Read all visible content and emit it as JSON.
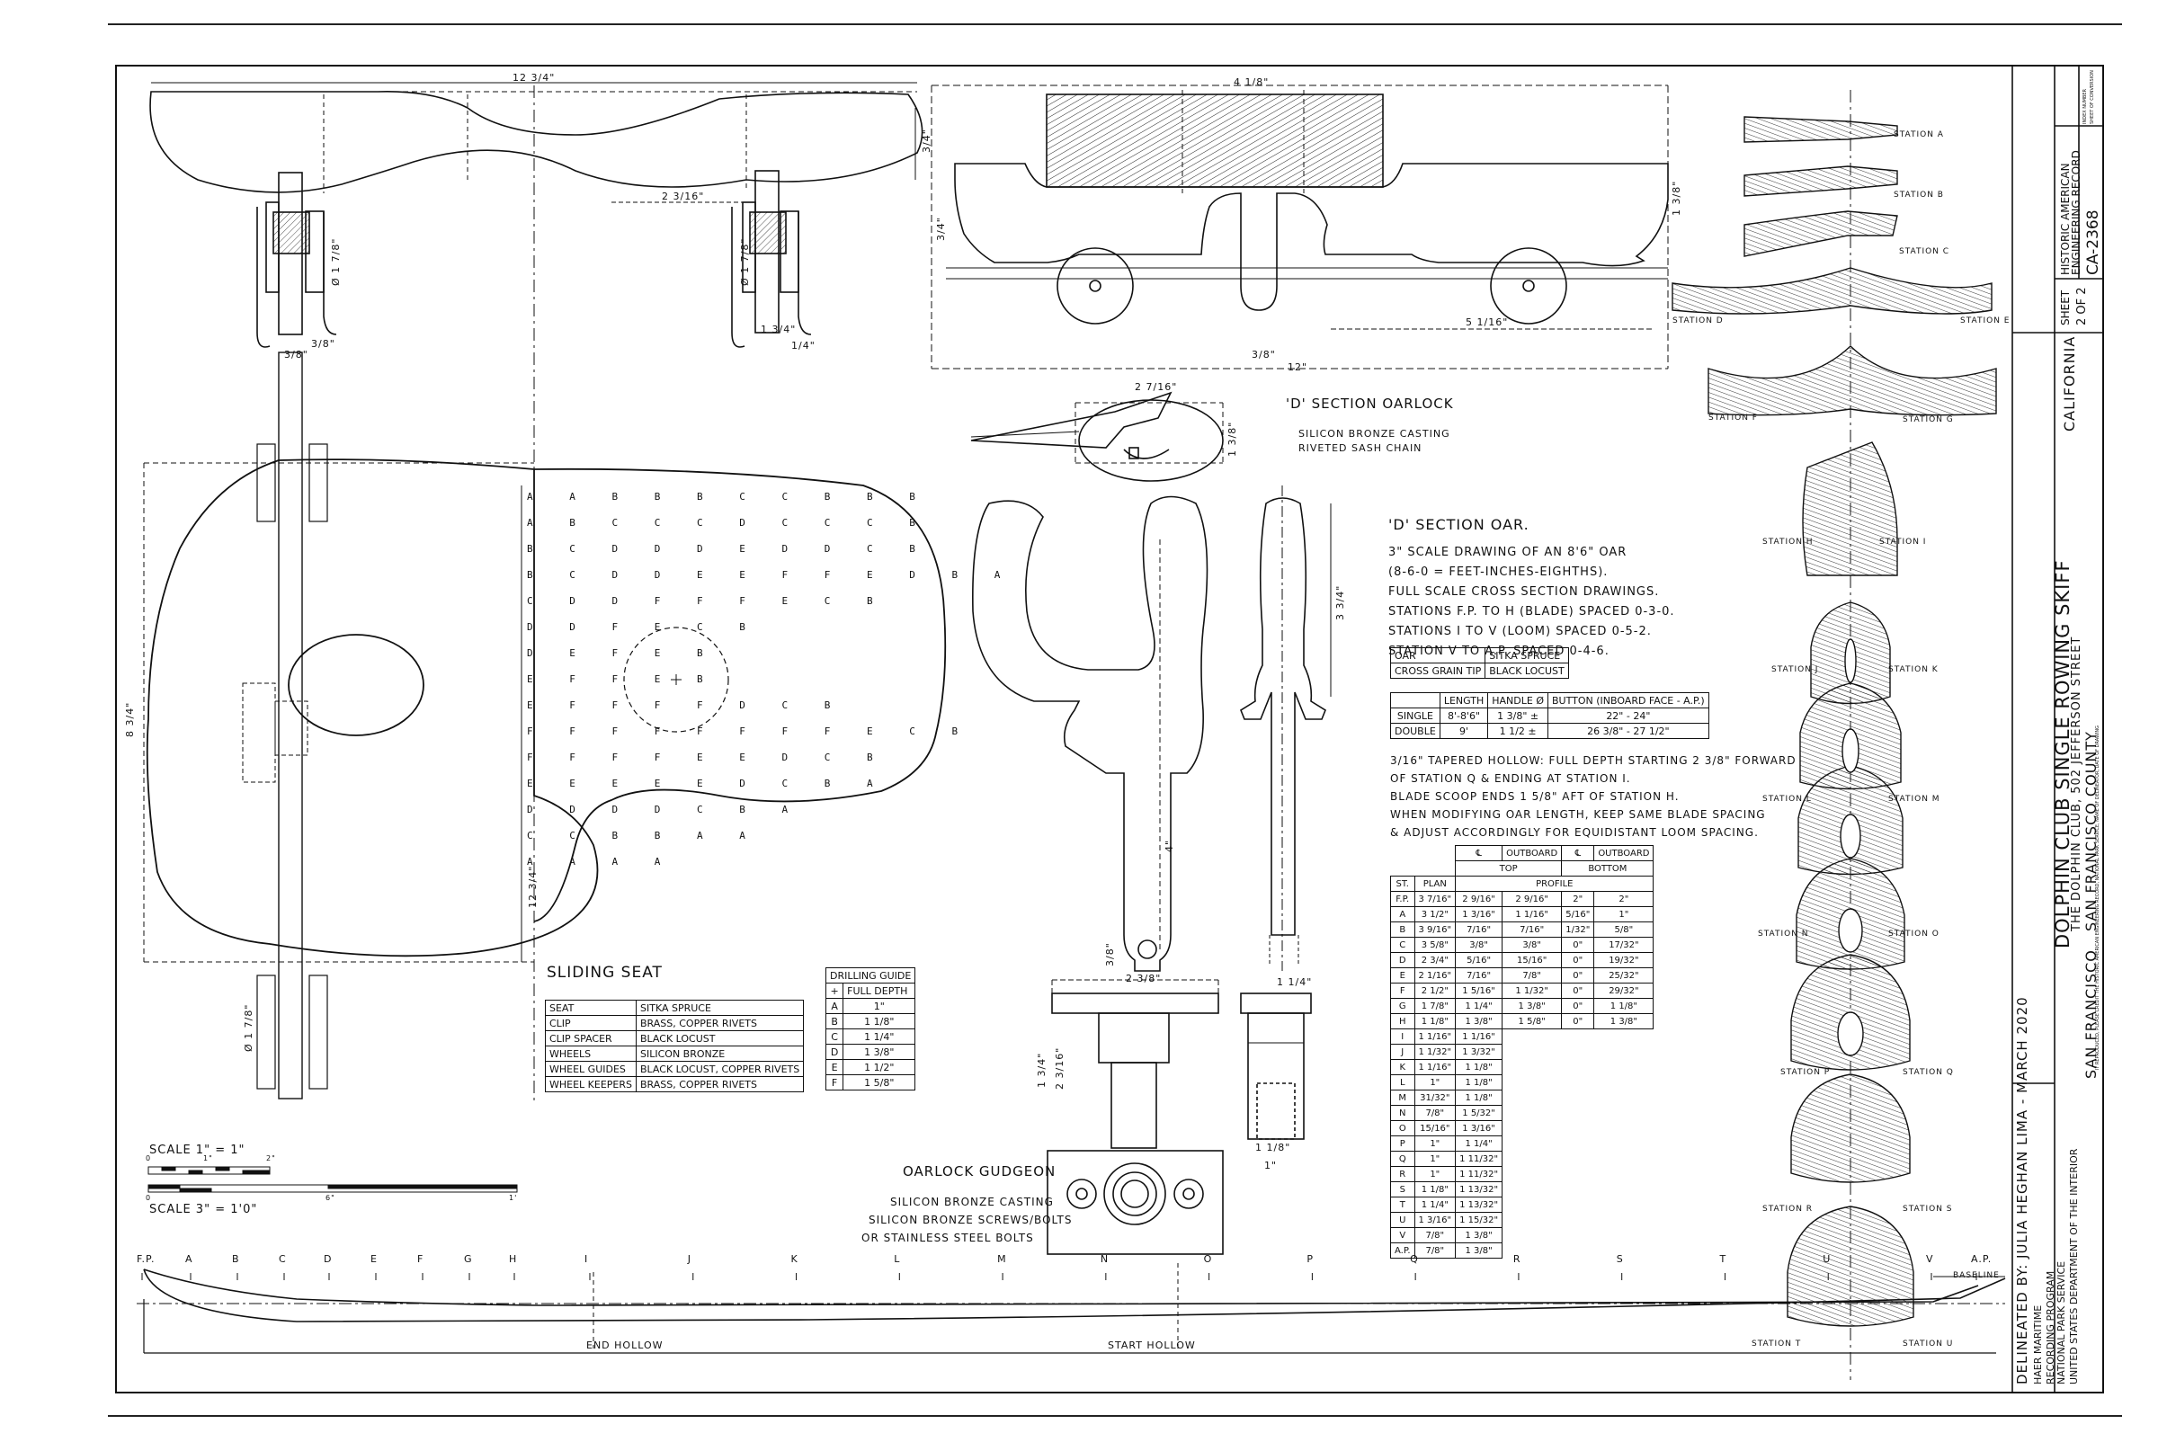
{
  "title_block": {
    "sheet_label": "SHEET",
    "sheet_number": "2 OF 2",
    "state": "CALIFORNIA",
    "agency_top": "HISTORIC AMERICAN",
    "agency_bottom": "ENGINEERING RECORD",
    "record_number": "CA-2368",
    "index_line_1": "INDEX NUMBER",
    "index_line_2": "SHEET OF CONVERSION",
    "project_title": "DOLPHIN CLUB SINGLE ROWING SKIFF",
    "address": "THE DOLPHIN CLUB, 502 JEFFERSON STREET",
    "county": "SAN FRANCISCO COUNTY",
    "city": "SAN FRANCISCO",
    "repro_note": "IF REPRODUCED, PLEASE CREDIT THE HISTORIC AMERICAN ENGINEERING RECORD, NATIONAL PARK SERVICE, NAME OF DELINEATOR, DATE OF DRAWING",
    "program_1": "HAER MARITIME",
    "program_2": "RECORDING PROGRAM",
    "program_3": "NATIONAL PARK SERVICE",
    "program_4": "UNITED STATES DEPARTMENT OF THE INTERIOR",
    "delineated_by": "DELINEATED BY: JULIA HEGHAN LIMA - MARCH 2020"
  },
  "seat": {
    "dim_top": "12 3/4\"",
    "dim_side": "3/4\"",
    "dim_middle": "2 3/16\"",
    "dim_wheel": "Ø 1 7/8\"",
    "dim_small_1": "3/8\"",
    "dim_small_2": "1/4\"",
    "dim_small_3": "1 3/4\"",
    "dim_width": "8 3/4\"",
    "dim_length": "12 3/4\"",
    "dim_bottom": "Ø 1 7/8\"",
    "title": "SLIDING SEAT",
    "materials_header": [
      "SEAT",
      "SITKA SPRUCE"
    ],
    "materials": [
      [
        "CLIP",
        "BRASS, COPPER RIVETS"
      ],
      [
        "CLIP SPACER",
        "BLACK LOCUST"
      ],
      [
        "WHEELS",
        "SILICON BRONZE"
      ],
      [
        "WHEEL GUIDES",
        "BLACK LOCUST, COPPER RIVETS"
      ],
      [
        "WHEEL KEEPERS",
        "BRASS, COPPER RIVETS"
      ]
    ],
    "drill_title": "DRILLING GUIDE",
    "drill_header": [
      "+",
      "FULL DEPTH"
    ],
    "drill_rows": [
      [
        "A",
        "1\""
      ],
      [
        "B",
        "1 1/8\""
      ],
      [
        "C",
        "1 1/4\""
      ],
      [
        "D",
        "1 3/8\""
      ],
      [
        "E",
        "1 1/2\""
      ],
      [
        "F",
        "1 5/8\""
      ]
    ],
    "grid_rows": [
      "A A B B B C C B B B",
      "A B C C C D C C C B",
      "B C D D D E D D C B",
      "B C D D E E F F E D B A",
      "C D D F F F E C B",
      "D D F E C B",
      "D E F E B",
      "E F F E B",
      "E F F F F D C B",
      "F F F F F F F F E C B",
      "F F F F E E D C B",
      "E E E E E D C B A",
      "D D D D C B A",
      "C C B B A A",
      "A A A A"
    ]
  },
  "oarlock": {
    "dim_top": "4 1/8\"",
    "dim_right": "1 3/8\"",
    "dim_left": "3/4\"",
    "dim_axle": "5 1/16\"",
    "dim_pin": "3/8\"",
    "dim_total": "12\"",
    "section_title": "'D' SECTION OARLOCK",
    "section_note_1": "SILICON BRONZE CASTING",
    "section_note_2": "RIVETED SASH CHAIN",
    "dim_chain": "2 7/16\"",
    "dim_chain_h": "1 3/8\"",
    "dim_horn_h": "3 3/4\"",
    "dim_shank": "4\"",
    "dim_shank_dia": "3/8\"",
    "gudgeon_title": "OARLOCK GUDGEON",
    "gudgeon_note_1": "SILICON BRONZE CASTING",
    "gudgeon_note_2": "SILICON BRONZE SCREWS/BOLTS",
    "gudgeon_note_3": "OR STAINLESS STEEL BOLTS",
    "dim_g1": "2 3/8\"",
    "dim_g2": "1 3/4\"",
    "dim_g3": "2 3/16\"",
    "dim_g4": "1 1/8\"",
    "dim_g5": "1\"",
    "dim_g6": "1 1/4\""
  },
  "oar": {
    "title": "'D' SECTION OAR.",
    "notes": [
      "3\" SCALE DRAWING OF AN 8'6\" OAR",
      "(8-6-0 = FEET-INCHES-EIGHTHS).",
      "FULL SCALE CROSS SECTION DRAWINGS.",
      "STATIONS F.P. TO H (BLADE) SPACED 0-3-0.",
      "STATIONS I TO V (LOOM) SPACED 0-5-2.",
      "STATION V TO A.P. SPACED 0-4-6."
    ],
    "materials": [
      [
        "OAR",
        "SITKA SPRUCE"
      ],
      [
        "CROSS GRAIN TIP",
        "BLACK LOCUST"
      ]
    ],
    "dims_header": [
      "",
      "LENGTH",
      "HANDLE Ø",
      "BUTTON (INBOARD FACE - A.P.)"
    ],
    "dims_rows": [
      [
        "SINGLE",
        "8'-8'6\"",
        "1 3/8\" ±",
        "22\" - 24\""
      ],
      [
        "DOUBLE",
        "9'",
        "1 1/2 ±",
        "26 3/8\" - 27 1/2\""
      ]
    ],
    "hollow_notes": [
      "3/16\" TAPERED HOLLOW: FULL DEPTH STARTING 2 3/8\" FORWARD",
      "OF STATION Q & ENDING AT STATION I.",
      "BLADE SCOOP ENDS 1 5/8\" AFT OF STATION H.",
      "WHEN MODIFYING OAR LENGTH, KEEP SAME BLADE SPACING",
      "& ADJUST ACCORDINGLY FOR EQUIDISTANT LOOM SPACING."
    ],
    "offsets_group": [
      "℄",
      "OUTBOARD",
      "℄",
      "OUTBOARD"
    ],
    "offsets_sub": [
      "TOP",
      "BOTTOM"
    ],
    "offsets_header": [
      "ST.",
      "PLAN",
      "PROFILE"
    ],
    "offsets_rows": [
      [
        "F.P.",
        "3 7/16\"",
        "2 9/16\"",
        "2 9/16\"",
        "2\"",
        "2\""
      ],
      [
        "A",
        "3 1/2\"",
        "1 3/16\"",
        "1 1/16\"",
        "5/16\"",
        "1\""
      ],
      [
        "B",
        "3 9/16\"",
        "7/16\"",
        "7/16\"",
        "1/32\"",
        "5/8\""
      ],
      [
        "C",
        "3 5/8\"",
        "3/8\"",
        "3/8\"",
        "0\"",
        "17/32\""
      ],
      [
        "D",
        "2 3/4\"",
        "5/16\"",
        "15/16\"",
        "0\"",
        "19/32\""
      ],
      [
        "E",
        "2 1/16\"",
        "7/16\"",
        "7/8\"",
        "0\"",
        "25/32\""
      ],
      [
        "F",
        "2 1/2\"",
        "1 5/16\"",
        "1 1/32\"",
        "0\"",
        "29/32\""
      ],
      [
        "G",
        "1 7/8\"",
        "1 1/4\"",
        "1 3/8\"",
        "0\"",
        "1 1/8\""
      ],
      [
        "H",
        "1 1/8\"",
        "1 3/8\"",
        "1 5/8\"",
        "0\"",
        "1 3/8\""
      ],
      [
        "I",
        "1 1/16\"",
        "1 1/16\"",
        "",
        "",
        ""
      ],
      [
        "J",
        "1 1/32\"",
        "1 3/32\"",
        "",
        "",
        ""
      ],
      [
        "K",
        "1 1/16\"",
        "1 1/8\"",
        "",
        "",
        ""
      ],
      [
        "L",
        "1\"",
        "1 1/8\"",
        "",
        "",
        ""
      ],
      [
        "M",
        "31/32\"",
        "1 1/8\"",
        "",
        "",
        ""
      ],
      [
        "N",
        "7/8\"",
        "1 5/32\"",
        "",
        "",
        ""
      ],
      [
        "O",
        "15/16\"",
        "1 3/16\"",
        "",
        "",
        ""
      ],
      [
        "P",
        "1\"",
        "1 1/4\"",
        "",
        "",
        ""
      ],
      [
        "Q",
        "1\"",
        "1 11/32\"",
        "",
        "",
        ""
      ],
      [
        "R",
        "1\"",
        "1 11/32\"",
        "",
        "",
        ""
      ],
      [
        "S",
        "1 1/8\"",
        "1 13/32\"",
        "",
        "",
        ""
      ],
      [
        "T",
        "1 1/4\"",
        "1 13/32\"",
        "",
        "",
        ""
      ],
      [
        "U",
        "1 3/16\"",
        "1 15/32\"",
        "",
        "",
        ""
      ],
      [
        "V",
        "7/8\"",
        "1 3/8\"",
        "",
        "",
        ""
      ],
      [
        "A.P.",
        "7/8\"",
        "1 3/8\"",
        "",
        "",
        ""
      ]
    ],
    "stations": [
      "F.P.",
      "A",
      "B",
      "C",
      "D",
      "E",
      "F",
      "G",
      "H",
      "I",
      "J",
      "K",
      "L",
      "M",
      "N",
      "O",
      "P",
      "Q",
      "R",
      "S",
      "T",
      "U",
      "V",
      "A.P."
    ],
    "end_hollow": "END HOLLOW",
    "start_hollow": "START HOLLOW",
    "baseline": "BASELINE"
  },
  "scales": {
    "scale_1": "SCALE 1\" = 1\"",
    "scale_2": "SCALE 3\" = 1'0\"",
    "ticks_1": [
      "0",
      "1\"",
      "2\""
    ],
    "ticks_2": [
      "0",
      "6\"",
      "1'"
    ]
  },
  "sections": {
    "labels": [
      "STATION A",
      "STATION B",
      "STATION C",
      "STATION D",
      "STATION E",
      "STATION F",
      "STATION G",
      "STATION H",
      "STATION I",
      "STATION J",
      "STATION K",
      "STATION L",
      "STATION M",
      "STATION N",
      "STATION O",
      "STATION P",
      "STATION Q",
      "STATION R",
      "STATION S",
      "STATION T",
      "STATION U"
    ]
  }
}
